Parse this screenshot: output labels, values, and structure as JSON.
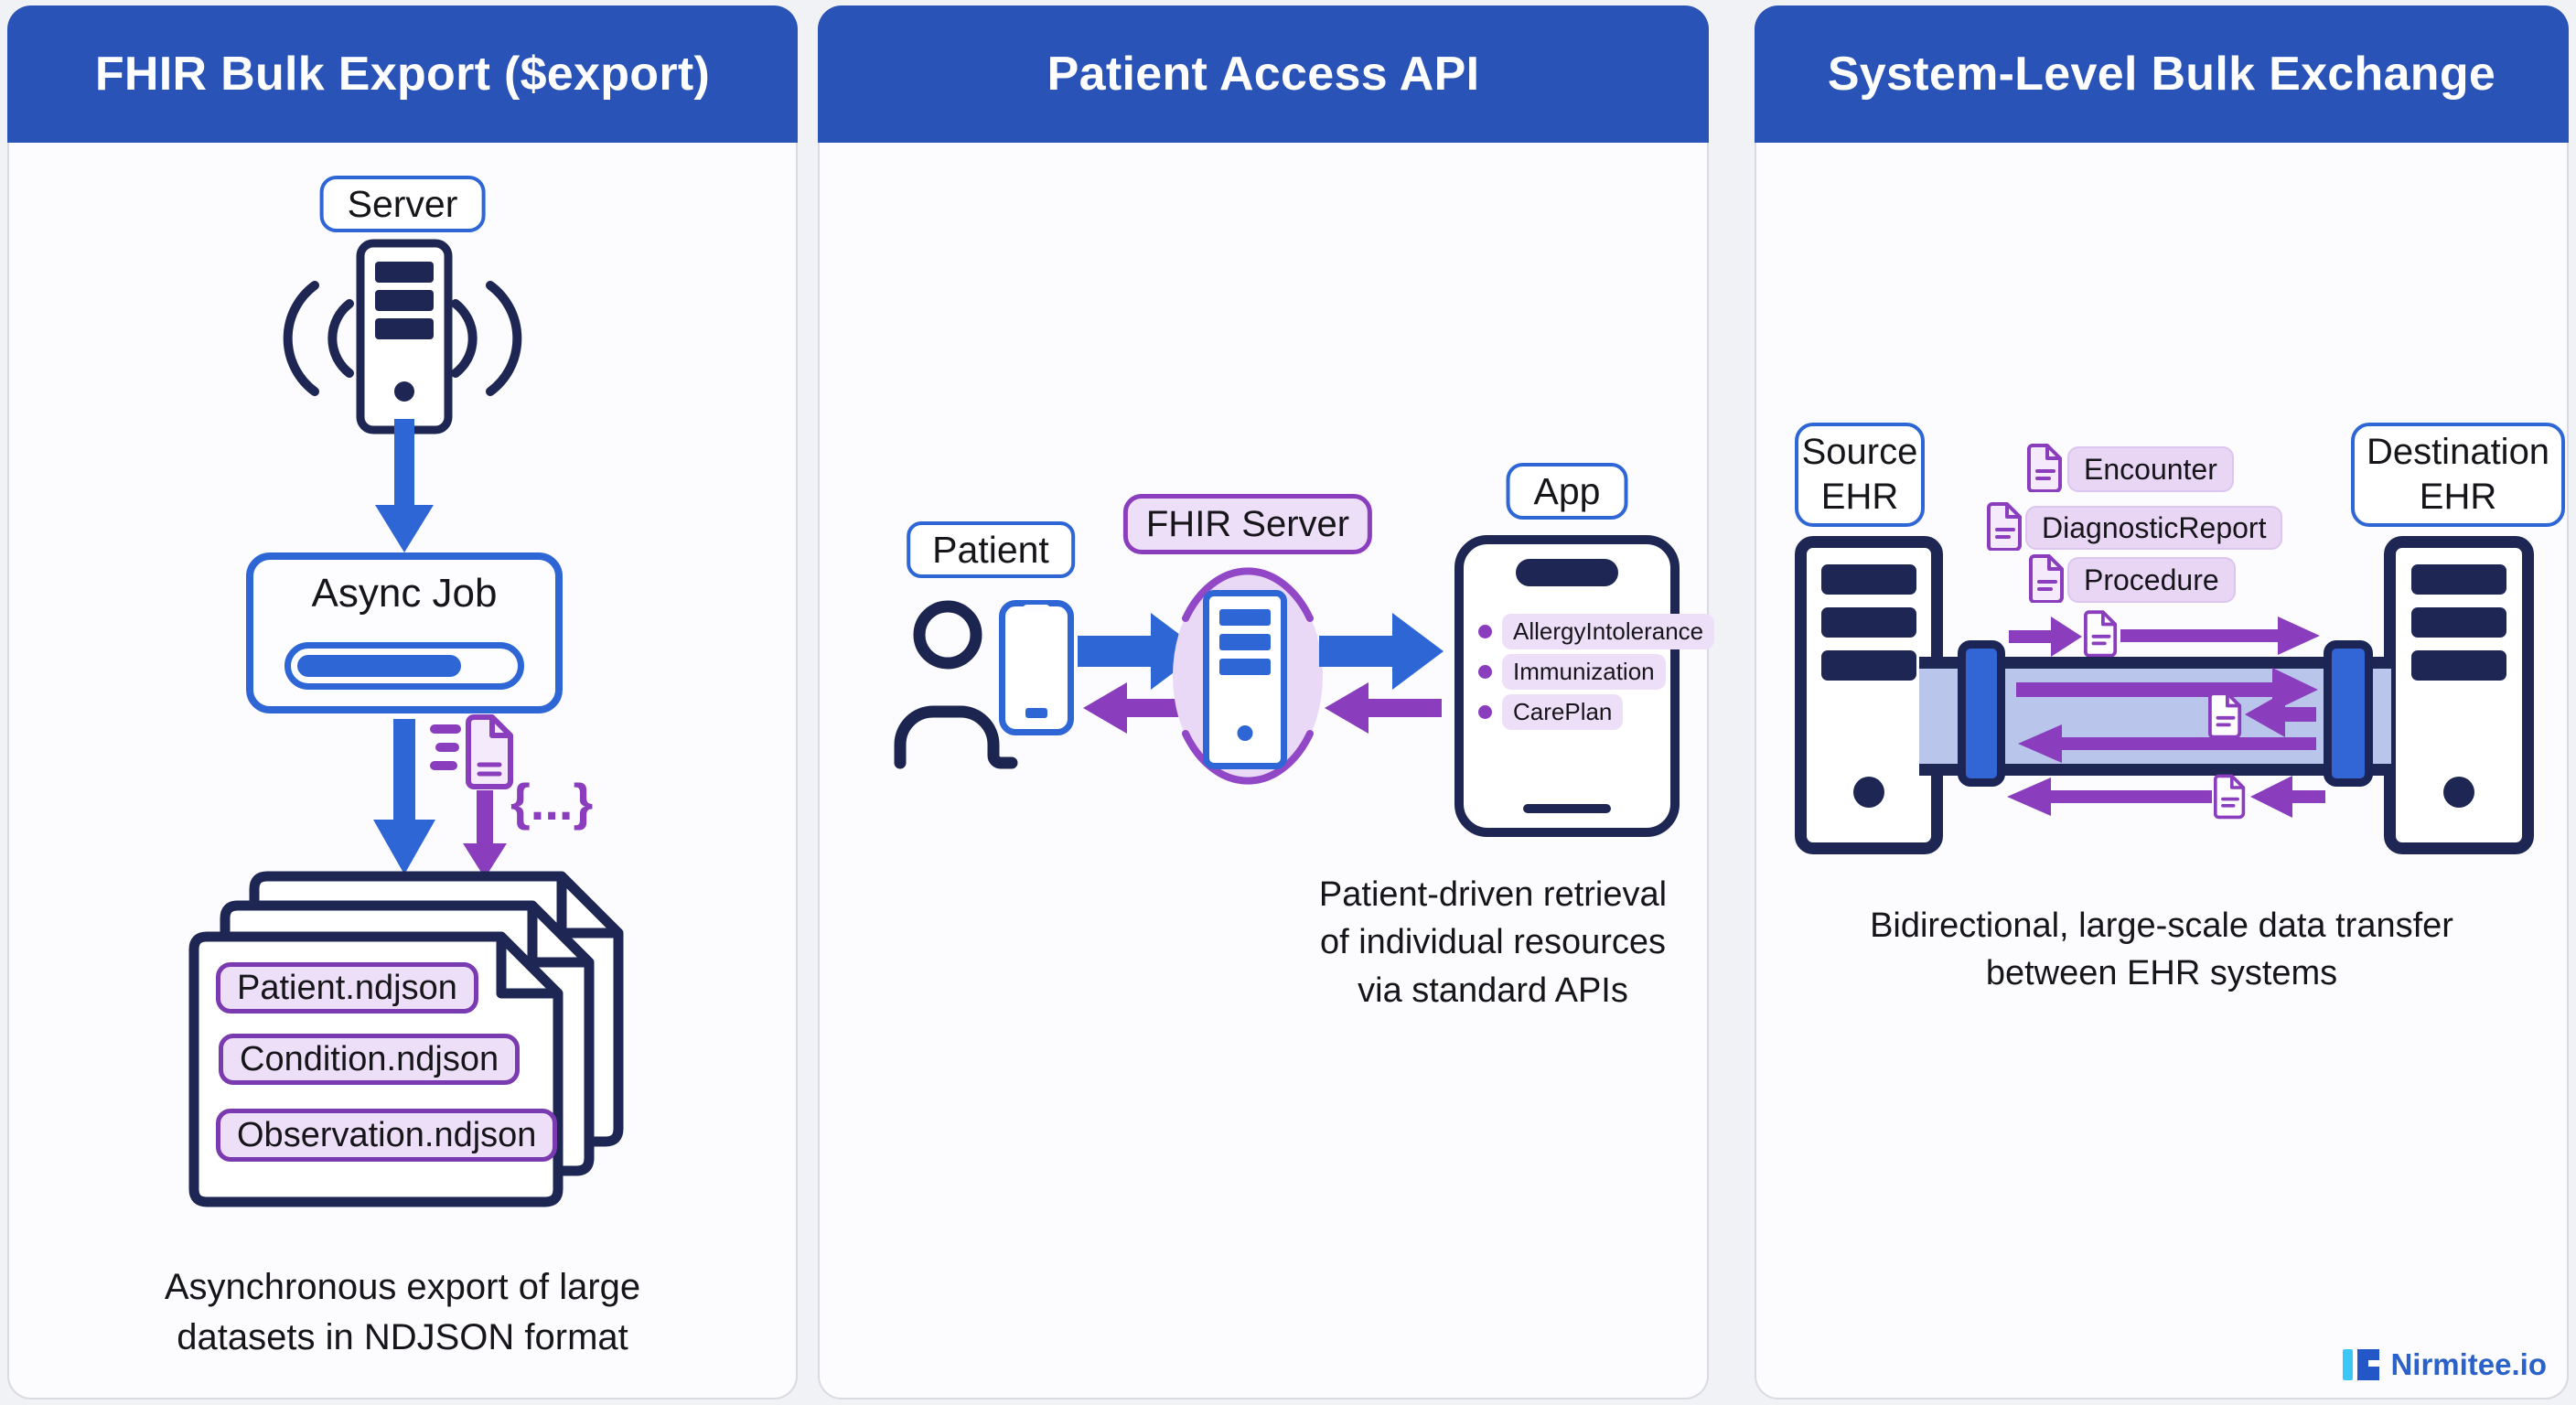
{
  "colors": {
    "header_blue": "#2a53b8",
    "accent_blue": "#2e66d6",
    "navy": "#1e2753",
    "purple": "#8a3dbd",
    "purple_badge_fill": "#eedff8",
    "pipe_fill": "#b9c5ea"
  },
  "panels": [
    {
      "title": "FHIR Bulk Export ($export)",
      "server_label": "Server",
      "async_job_label": "Async Job",
      "braces": "{...}",
      "files": [
        "Patient.ndjson",
        "Condition.ndjson",
        "Observation.ndjson"
      ],
      "caption_lines": [
        "Asynchronous export of large",
        "datasets in NDJSON format"
      ]
    },
    {
      "title": "Patient Access API",
      "patient_label": "Patient",
      "fhir_server_label": "FHIR Server",
      "app_label": "App",
      "app_resources": [
        "AllergyIntolerance",
        "Immunization",
        "CarePlan"
      ],
      "caption_lines": [
        "Patient-driven retrieval",
        "of individual resources",
        "via standard APIs"
      ]
    },
    {
      "title": "System-Level Bulk Exchange",
      "source_ehr_lines": [
        "Source",
        "EHR"
      ],
      "destination_ehr_lines": [
        "Destination",
        "EHR"
      ],
      "resources": [
        "Encounter",
        "DiagnosticReport",
        "Procedure"
      ],
      "caption_lines": [
        "Bidirectional, large-scale data transfer",
        "between EHR systems"
      ]
    }
  ],
  "branding": {
    "logo_text": "Nirmitee.io"
  }
}
